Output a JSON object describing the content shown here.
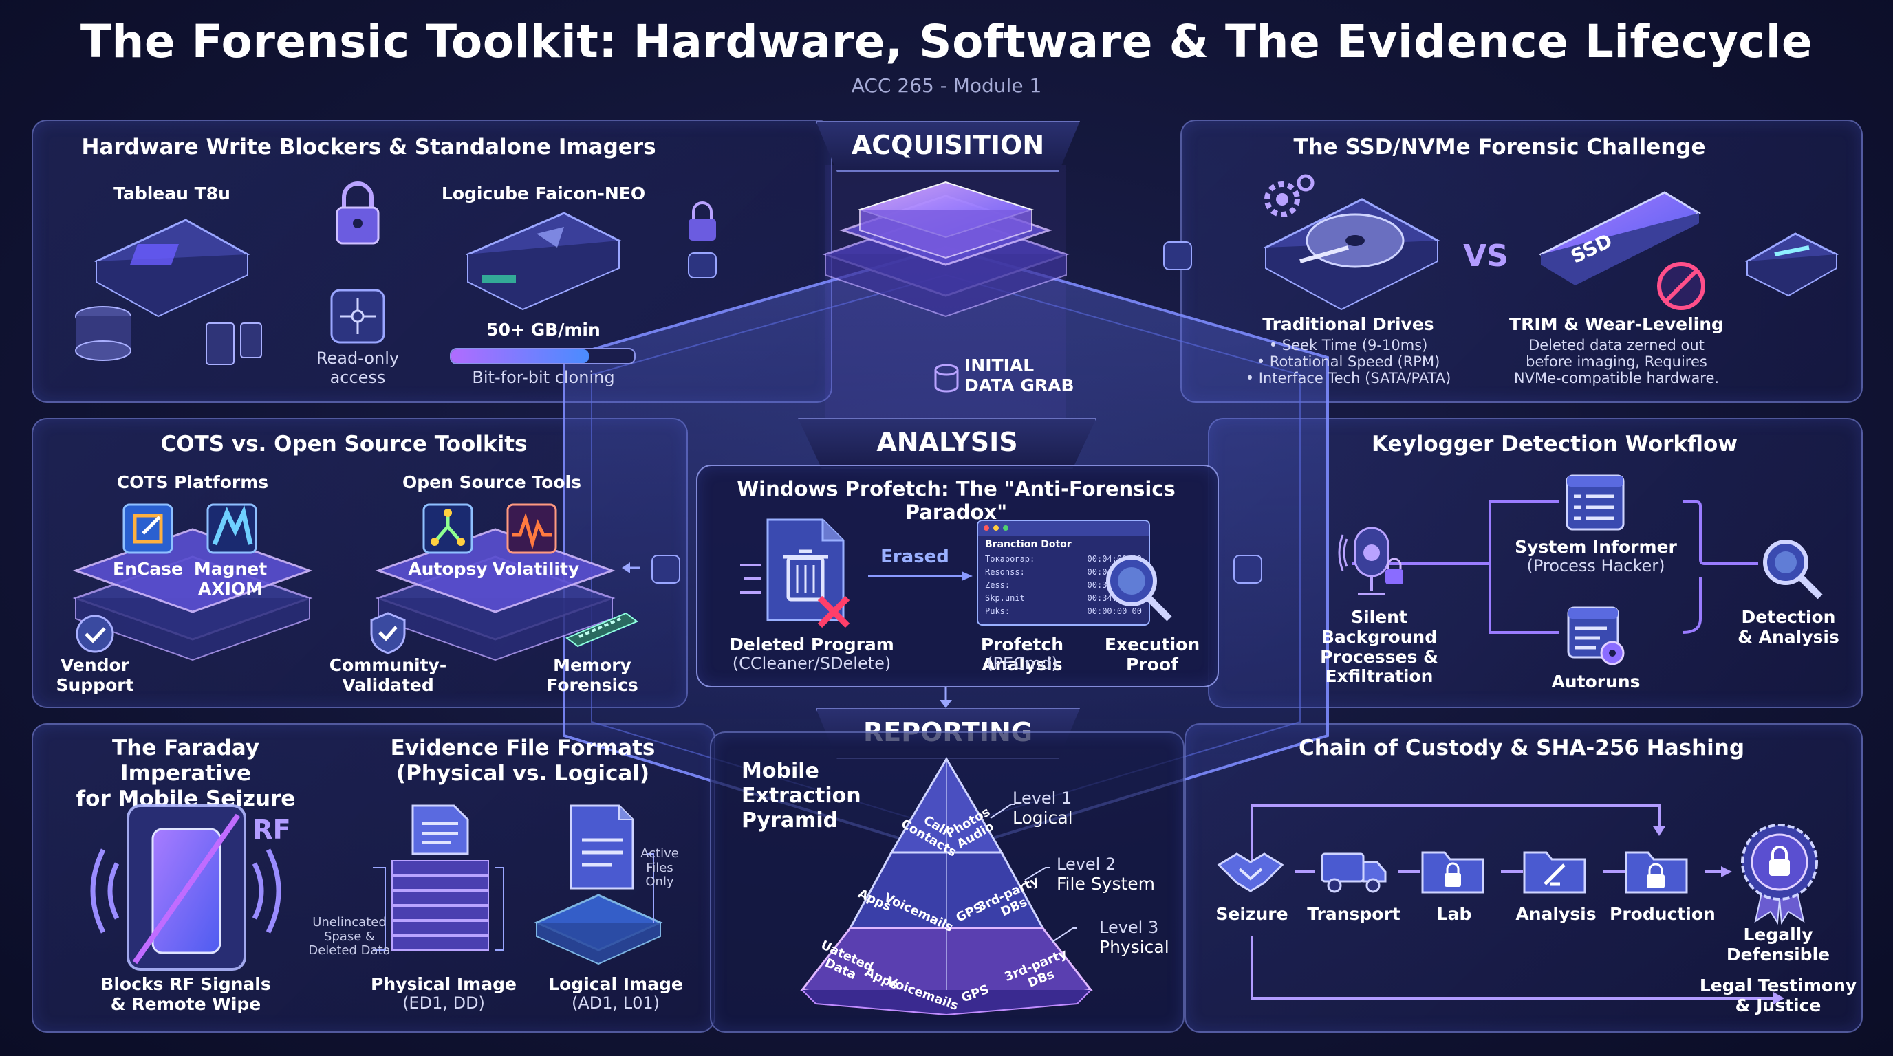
{
  "header": {
    "title": "The Forensic Toolkit: Hardware, Software & The Evidence Lifecycle",
    "subtitle": "ACC 265 - Module 1"
  },
  "stages": {
    "acquisition": "ACQUISITION",
    "analysis": "ANALYSIS",
    "reporting": "REPORTING",
    "initial_grab": "INITIAL\nDATA GRAB"
  },
  "hardware": {
    "title": "Hardware Write Blockers & Standalone Imagers",
    "tableau": "Tableau T8u",
    "logicube": "Logicube Faicon-NEO",
    "readonly": "Read-only\naccess",
    "speed": "50+ GB/min",
    "speed_fill": 0.75,
    "cloning": "Bit-for-bit cloning"
  },
  "ssd": {
    "title": "The SSD/NVMe Forensic Challenge",
    "vs": "VS",
    "ssd_label": "SSD",
    "trad_title": "Traditional Drives",
    "trad_items": [
      "• Seek Time (9-10ms)",
      "• Rotational Speed (RPM)",
      "• Interface Tech (SATA/PATA)"
    ],
    "trim_title": "TRIM & Wear-Leveling",
    "trim_text": "Deleted data zerned out\nbefore imaging, Requires\nNVMe-compatible hardware."
  },
  "cots": {
    "title": "COTS vs. Open Source Toolkits",
    "cots_platforms": "COTS Platforms",
    "open_tools": "Open Source Tools",
    "encase": "EnCase",
    "magnet": "Magnet\nAXIOM",
    "autopsy": "Autopsy",
    "volatility": "Volatility",
    "vendor": "Vendor\nSupport",
    "community": "Community-\nValidated",
    "memory": "Memory\nForensics"
  },
  "prefetch": {
    "title": "Windows Profetch: The \"Anti-Forensics Paradox\"",
    "erased": "Erased",
    "deleted": "Deleted Program",
    "deleted_sub": "(CCleaner/SDelete)",
    "analysis": "Profetch Analysis",
    "analysis_sub": "(PECmd)",
    "exec": "Execution\nProof",
    "win_title": "Branction Dotor",
    "win_rows": [
      [
        "Токарогар:",
        "00:04:00 00"
      ],
      [
        "Resonss:",
        "00:04:00 00"
      ],
      [
        "Zess:",
        "00:30:00 00"
      ],
      [
        "Skp.unit",
        "00:34:00 00"
      ],
      [
        "Puks:",
        "00:00:00 00"
      ]
    ]
  },
  "keylogger": {
    "title": "Keylogger Detection Workflow",
    "silent": "Silent Background\nProcesses &\nExfiltration",
    "informer": "System Informer",
    "informer_sub": "(Process Hacker)",
    "autoruns": "Autoruns",
    "detection": "Detection\n& Analysis"
  },
  "faraday": {
    "title": "The Faraday Imperative\nfor Mobile Seizure",
    "rf": "RF",
    "caption": "Blocks RF Signals\n& Remote Wipe"
  },
  "formats": {
    "title": "Evidence File Formats\n(Physical vs. Logical)",
    "physical": "Physical Image",
    "physical_sub": "(ED1, DD)",
    "logical": "Logical Image",
    "logical_sub": "(AD1, L01)",
    "unallocated": "Unelincated\nSpase &\nDeleted Data",
    "active": "Active\nFiles\nOnly"
  },
  "pyramid": {
    "title": "Mobile\nExtraction\nPyramid",
    "level1": "Level 1",
    "level1_name": "Logical",
    "level2": "Level 2",
    "level2_name": "File System",
    "level3": "Level 3",
    "level3_name": "Physical",
    "t1": [
      "Call\nContacts",
      "Photos\nAudio"
    ],
    "t2": [
      "Apps",
      "Voicemails",
      "GPS",
      "3rd-party\nDBs"
    ],
    "t3": [
      "Uateted\nData",
      "Apps",
      "Voicemails",
      "GPS",
      "3rd-party DBs"
    ]
  },
  "custody": {
    "title": "Chain of Custody & SHA-256 Hashing",
    "steps": [
      "Seizure",
      "Transport",
      "Lab",
      "Analysis",
      "Production"
    ],
    "defensible": "Legally\nDefensible",
    "justice": "Legal Testimony\n& Justice"
  }
}
